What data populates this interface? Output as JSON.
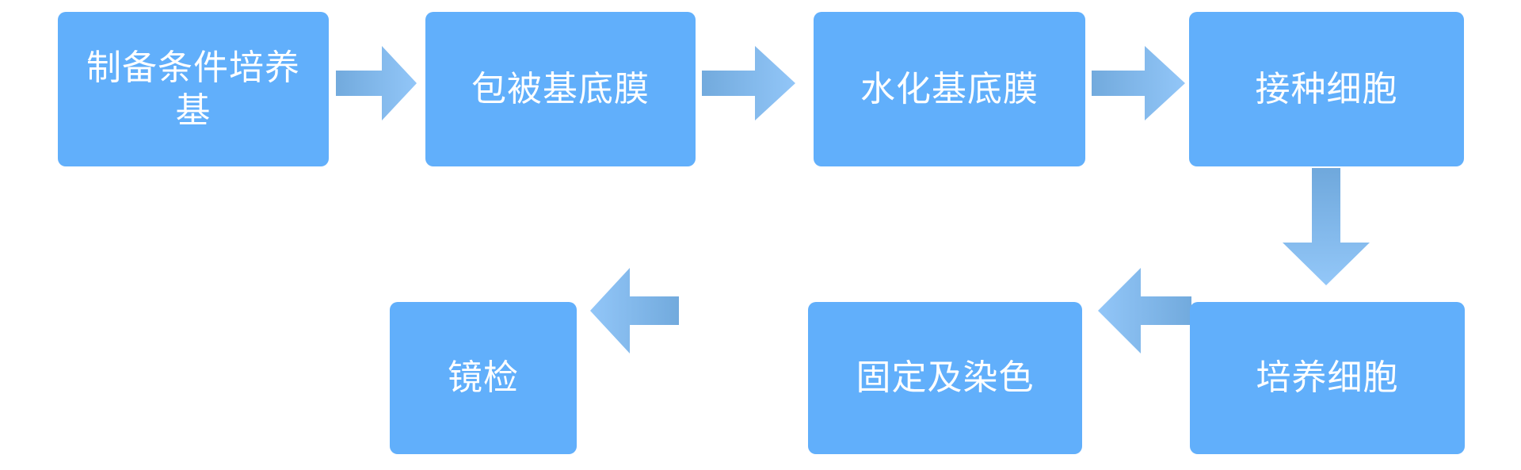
{
  "diagram": {
    "title_text": "",
    "background_color": "#ffffff",
    "node_fill_color": "#61AFFB",
    "node_text_color": "#FFFFFF",
    "arrow_color_dark": "#76AEDF",
    "arrow_color_light": "#8FC4F7",
    "nodes": [
      {
        "id": "node-1",
        "label": "制备条件培养基"
      },
      {
        "id": "node-2",
        "label": "包被基底膜"
      },
      {
        "id": "node-3",
        "label": "水化基底膜"
      },
      {
        "id": "node-4",
        "label": "接种细胞"
      },
      {
        "id": "node-5",
        "label": "培养细胞"
      },
      {
        "id": "node-6",
        "label": "固定及染色"
      },
      {
        "id": "node-7",
        "label": "镜检"
      }
    ],
    "connectors": [
      {
        "id": "arrow-1",
        "direction": "right",
        "from": "node-1",
        "to": "node-2"
      },
      {
        "id": "arrow-2",
        "direction": "right",
        "from": "node-2",
        "to": "node-3"
      },
      {
        "id": "arrow-3",
        "direction": "right",
        "from": "node-3",
        "to": "node-4"
      },
      {
        "id": "arrow-4",
        "direction": "down",
        "from": "node-4",
        "to": "node-5"
      },
      {
        "id": "arrow-5",
        "direction": "left",
        "from": "node-5",
        "to": "node-6"
      },
      {
        "id": "arrow-6",
        "direction": "left",
        "from": "node-6",
        "to": "node-7"
      }
    ]
  }
}
